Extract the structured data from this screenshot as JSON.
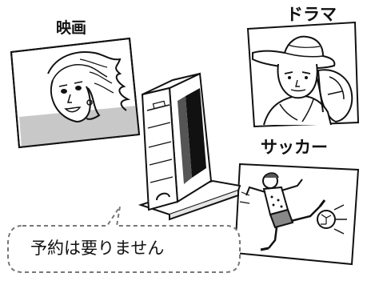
{
  "labels": {
    "movie": "映画",
    "drama": "ドラマ",
    "soccer": "サッカー"
  },
  "caption": "予約は要りません",
  "icons": [
    "movie-scene",
    "drama-scene",
    "soccer-scene",
    "pc-tower",
    "speech-bubble"
  ]
}
